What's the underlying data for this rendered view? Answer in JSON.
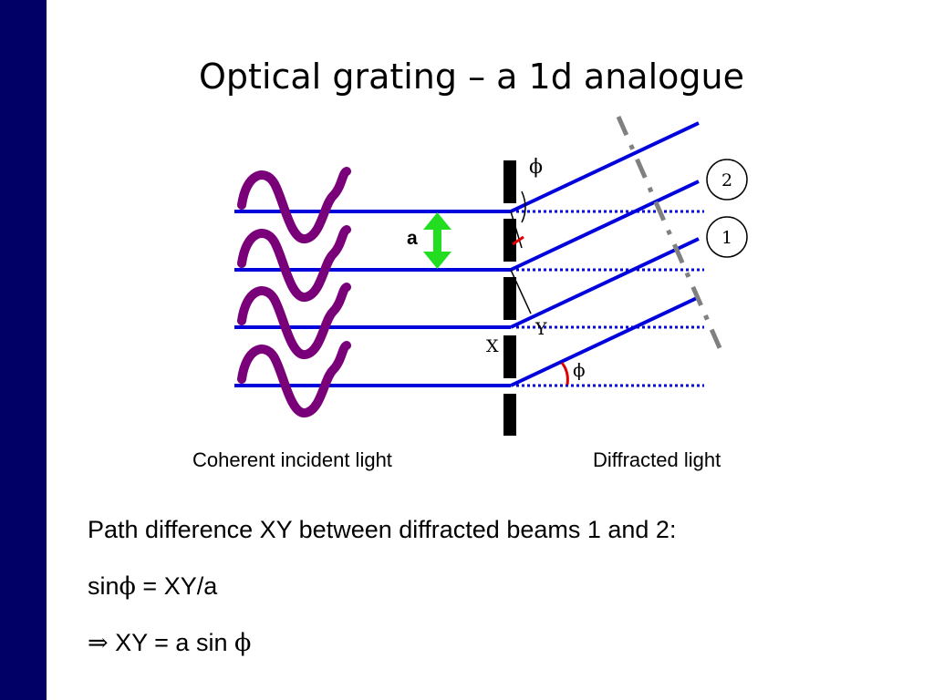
{
  "title": "Optical grating – a 1d analogue",
  "diagram": {
    "label_a": "a",
    "label_phi_top": "ϕ",
    "label_phi_bottom": "ϕ",
    "label_x": "X",
    "label_y": "Y",
    "beam_1": "1",
    "beam_2": "2",
    "caption_incident": "Coherent incident light",
    "caption_diffracted": "Diffracted light"
  },
  "body": {
    "line1": "Path difference XY between diffracted beams 1 and 2:",
    "line2_prefix": "sin",
    "line2_phi": "ϕ",
    "line2_suffix": " = XY/a",
    "line3_arrow": "⇒",
    "line3_text": " XY = a sin ",
    "line3_phi": "ϕ"
  },
  "colors": {
    "sidebar": "#000066",
    "beam": "#0000dd",
    "wave": "#7a007a",
    "arrow": "#22dd22",
    "angle": "#dd0000",
    "wavefront": "#808080"
  }
}
